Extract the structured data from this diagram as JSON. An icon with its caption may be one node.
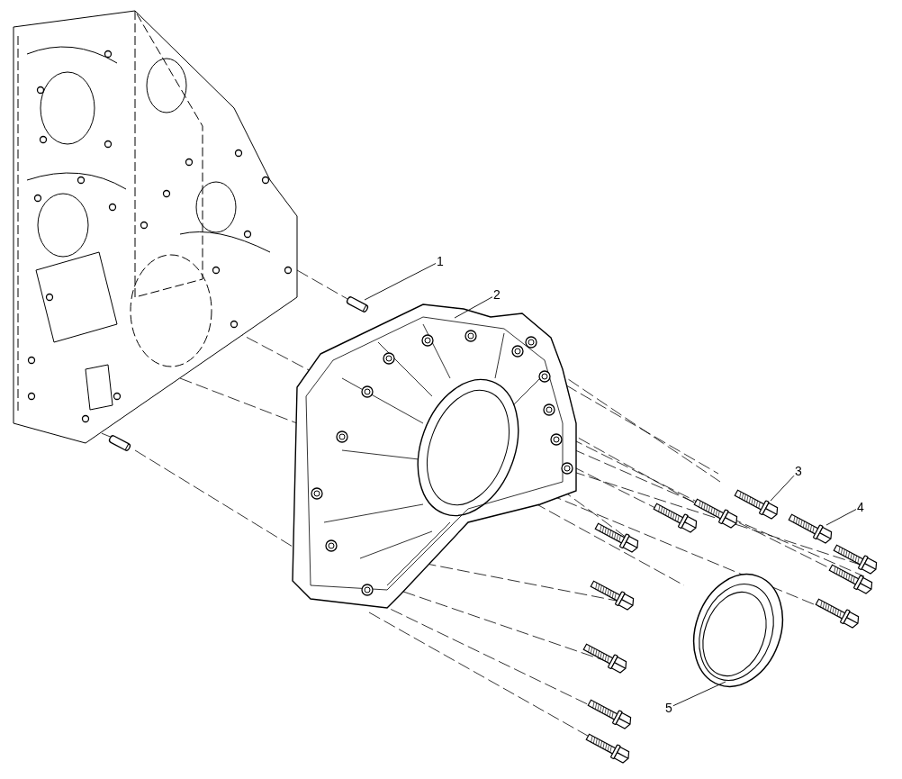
{
  "diagram": {
    "nodes": [
      {
        "text": [
          "1"
        ]
      },
      {
        "text": [],
        "shape": "picture"
      },
      {
        "text": [
          "2"
        ]
      },
      {
        "text": [],
        "shape": "picture"
      },
      {
        "text": [
          "3"
        ]
      },
      {
        "text": [],
        "shape": "picture"
      },
      {
        "text": [
          "4"
        ]
      },
      {
        "text": [],
        "shape": "picture"
      },
      {
        "text": [
          "5"
        ]
      },
      {
        "text": [],
        "shape": "picture"
      }
    ],
    "edges": [
      {
        "from": 0,
        "to": 1,
        "arrow": "none"
      },
      {
        "from": 2,
        "to": 3,
        "arrow": "none"
      },
      {
        "from": 4,
        "to": 5,
        "arrow": "none"
      },
      {
        "from": 6,
        "to": 7,
        "arrow": "none"
      },
      {
        "from": 8,
        "to": 9,
        "arrow": "none"
      }
    ]
  }
}
